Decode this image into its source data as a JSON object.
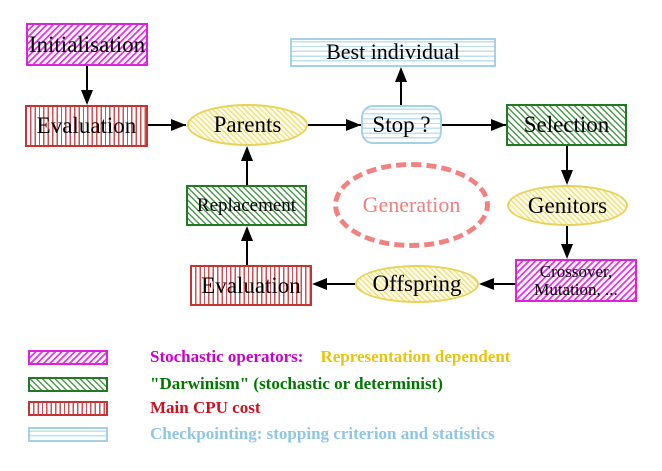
{
  "nodes": {
    "initialisation": "Initialisation",
    "evaluation_top": "Evaluation",
    "parents": "Parents",
    "stop": "Stop ?",
    "best_individual": "Best individual",
    "selection": "Selection",
    "genitors": "Genitors",
    "crossover_line1": "Crossover,",
    "crossover_line2": "Mutation, ...",
    "offspring": "Offspring",
    "evaluation_bottom": "Evaluation",
    "replacement": "Replacement",
    "generation": "Generation"
  },
  "legend": {
    "stochastic_label": "Stochastic operators:",
    "stochastic_label2": "Representation dependent",
    "darwinism_label": "\"Darwinism\" (stochastic or determinist)",
    "cpu_label": "Main CPU cost",
    "checkpoint_label": "Checkpointing: stopping criterion and statistics"
  },
  "colors": {
    "stochastic_magenta": "#cc00cc",
    "gold_text": "#e8c50f",
    "darwinism_green": "#007700",
    "cpu_red": "#cc1122",
    "checkpoint_cyan": "#8fc6e4",
    "generation_salmon": "#f08080",
    "pattern_magenta_border": "#dd22dd",
    "pattern_red_border": "#c63333",
    "pattern_green_border": "#217a21",
    "pattern_cyan_border": "#a4d2e4",
    "pattern_yellow_border": "#e7d35c"
  }
}
